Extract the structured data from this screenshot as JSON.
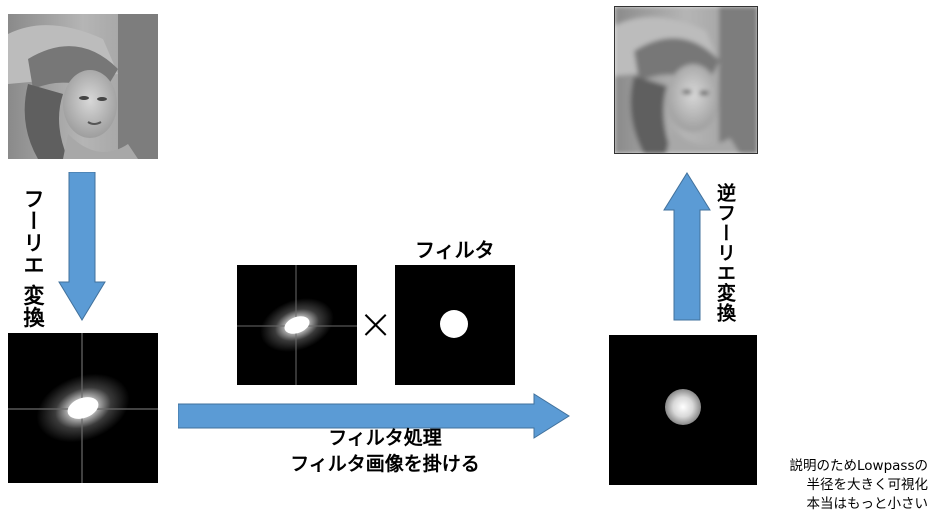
{
  "labels": {
    "forward_transform_line1": "フーリエ",
    "forward_transform_line2": "変換",
    "filter_title": "フィルタ",
    "multiply_symbol": "×",
    "process_line1": "フィルタ処理",
    "process_line2": "フィルタ画像を掛ける",
    "inverse_transform": "逆フーリエ変換"
  },
  "note": {
    "line1": "説明のためLowpassの",
    "line2": "半径を大きく可視化",
    "line3": "本当はもっと小さい"
  },
  "colors": {
    "arrow_fill": "#5b9bd5",
    "arrow_stroke": "#41719c",
    "background": "#ffffff",
    "spectrum_bg": "#000000"
  }
}
